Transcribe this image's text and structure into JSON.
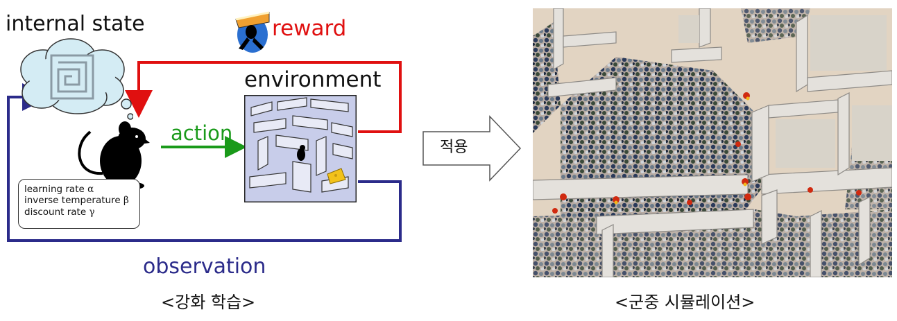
{
  "diagram": {
    "internal_state_label": "internal state",
    "reward_label": "reward",
    "environment_label": "environment",
    "action_label": "action",
    "observation_label": "observation",
    "parameters": {
      "learning_rate": {
        "text": "learning rate",
        "symbol": "α"
      },
      "inverse_temperature": {
        "text": "inverse temperature",
        "symbol": "β"
      },
      "discount_rate": {
        "text": "discount rate",
        "symbol": "γ"
      }
    },
    "colors": {
      "reward": "#e01010",
      "action": "#1a9a1a",
      "observation": "#2b2b8a"
    }
  },
  "apply_label": "적용",
  "captions": {
    "left": "<강화 학습>",
    "right": "<군중 시뮬레이션>"
  }
}
